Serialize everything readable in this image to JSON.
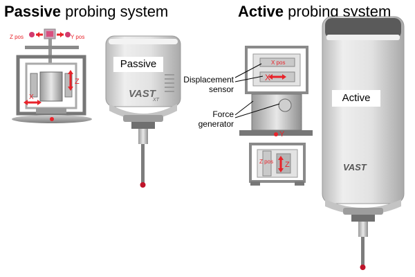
{
  "titles": {
    "passive_bold": "Passive",
    "passive_rest": " probing system",
    "active_bold": "Active",
    "active_rest": " probing system"
  },
  "passive": {
    "zpos": "Z pos",
    "ypos": "Y pos",
    "x": "X",
    "z": "Z",
    "housing_label": "Passive",
    "brand": "VAST",
    "brand_suffix": "XT"
  },
  "active": {
    "xpos": "X pos",
    "x": "X",
    "y": "Y",
    "zpos": "Z pos",
    "z": "Z",
    "housing_label": "Active",
    "brand": "VAST",
    "callout_displacement": [
      "Displacement",
      "sensor"
    ],
    "callout_force": [
      "Force",
      "generator"
    ]
  },
  "colors": {
    "arrow_red": "#e8232a",
    "frame_gray": "#8a8a8a",
    "housing_gray": "#d7d7d7",
    "probe_tip_red": "#c0142a"
  }
}
